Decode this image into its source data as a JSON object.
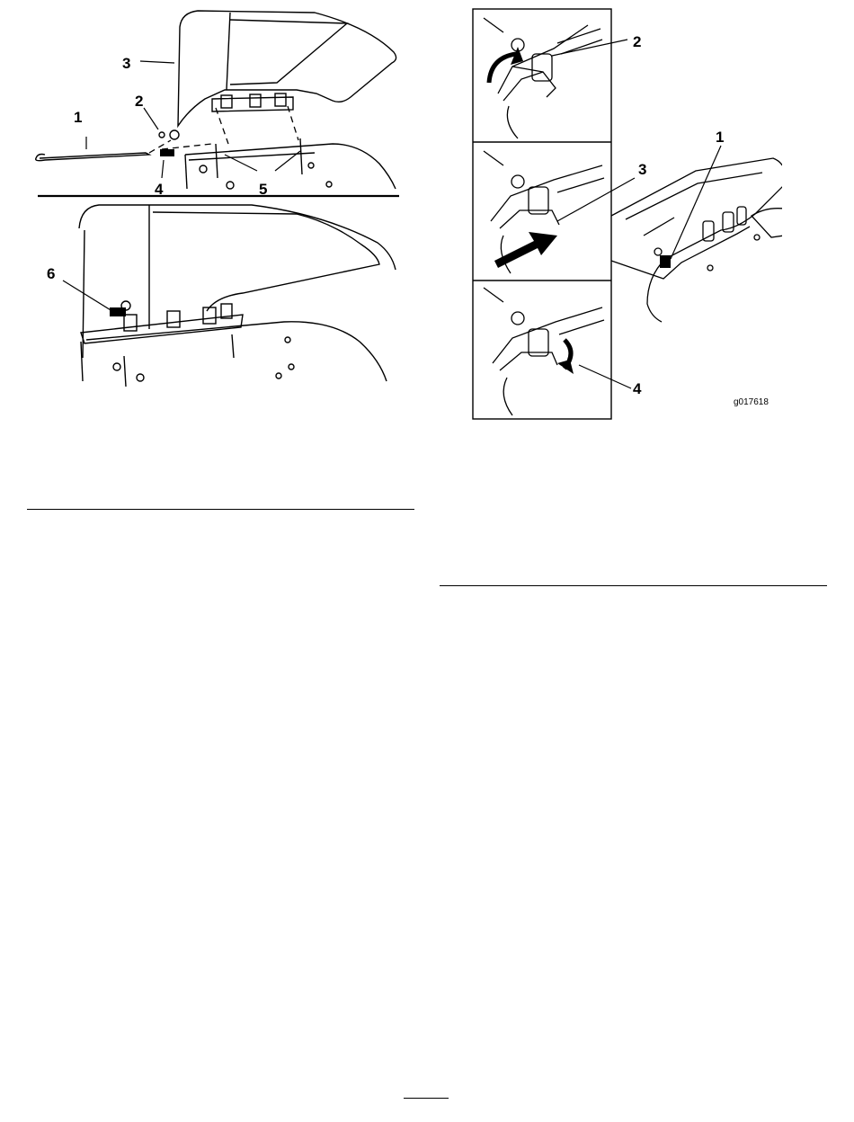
{
  "figure_left": {
    "callouts": [
      "1",
      "2",
      "3",
      "4",
      "5",
      "6"
    ]
  },
  "figure_right": {
    "callouts": [
      "2",
      "3",
      "1",
      "4"
    ],
    "figure_id": "g017618"
  }
}
